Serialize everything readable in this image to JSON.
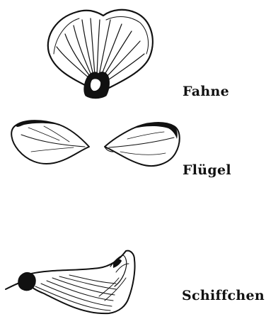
{
  "labels": {
    "fahne": "Fahne",
    "fluegel": "Flügel",
    "schiffchen": "Schiffchen"
  },
  "colors": {
    "ink": "#111111",
    "background": "#ffffff"
  }
}
